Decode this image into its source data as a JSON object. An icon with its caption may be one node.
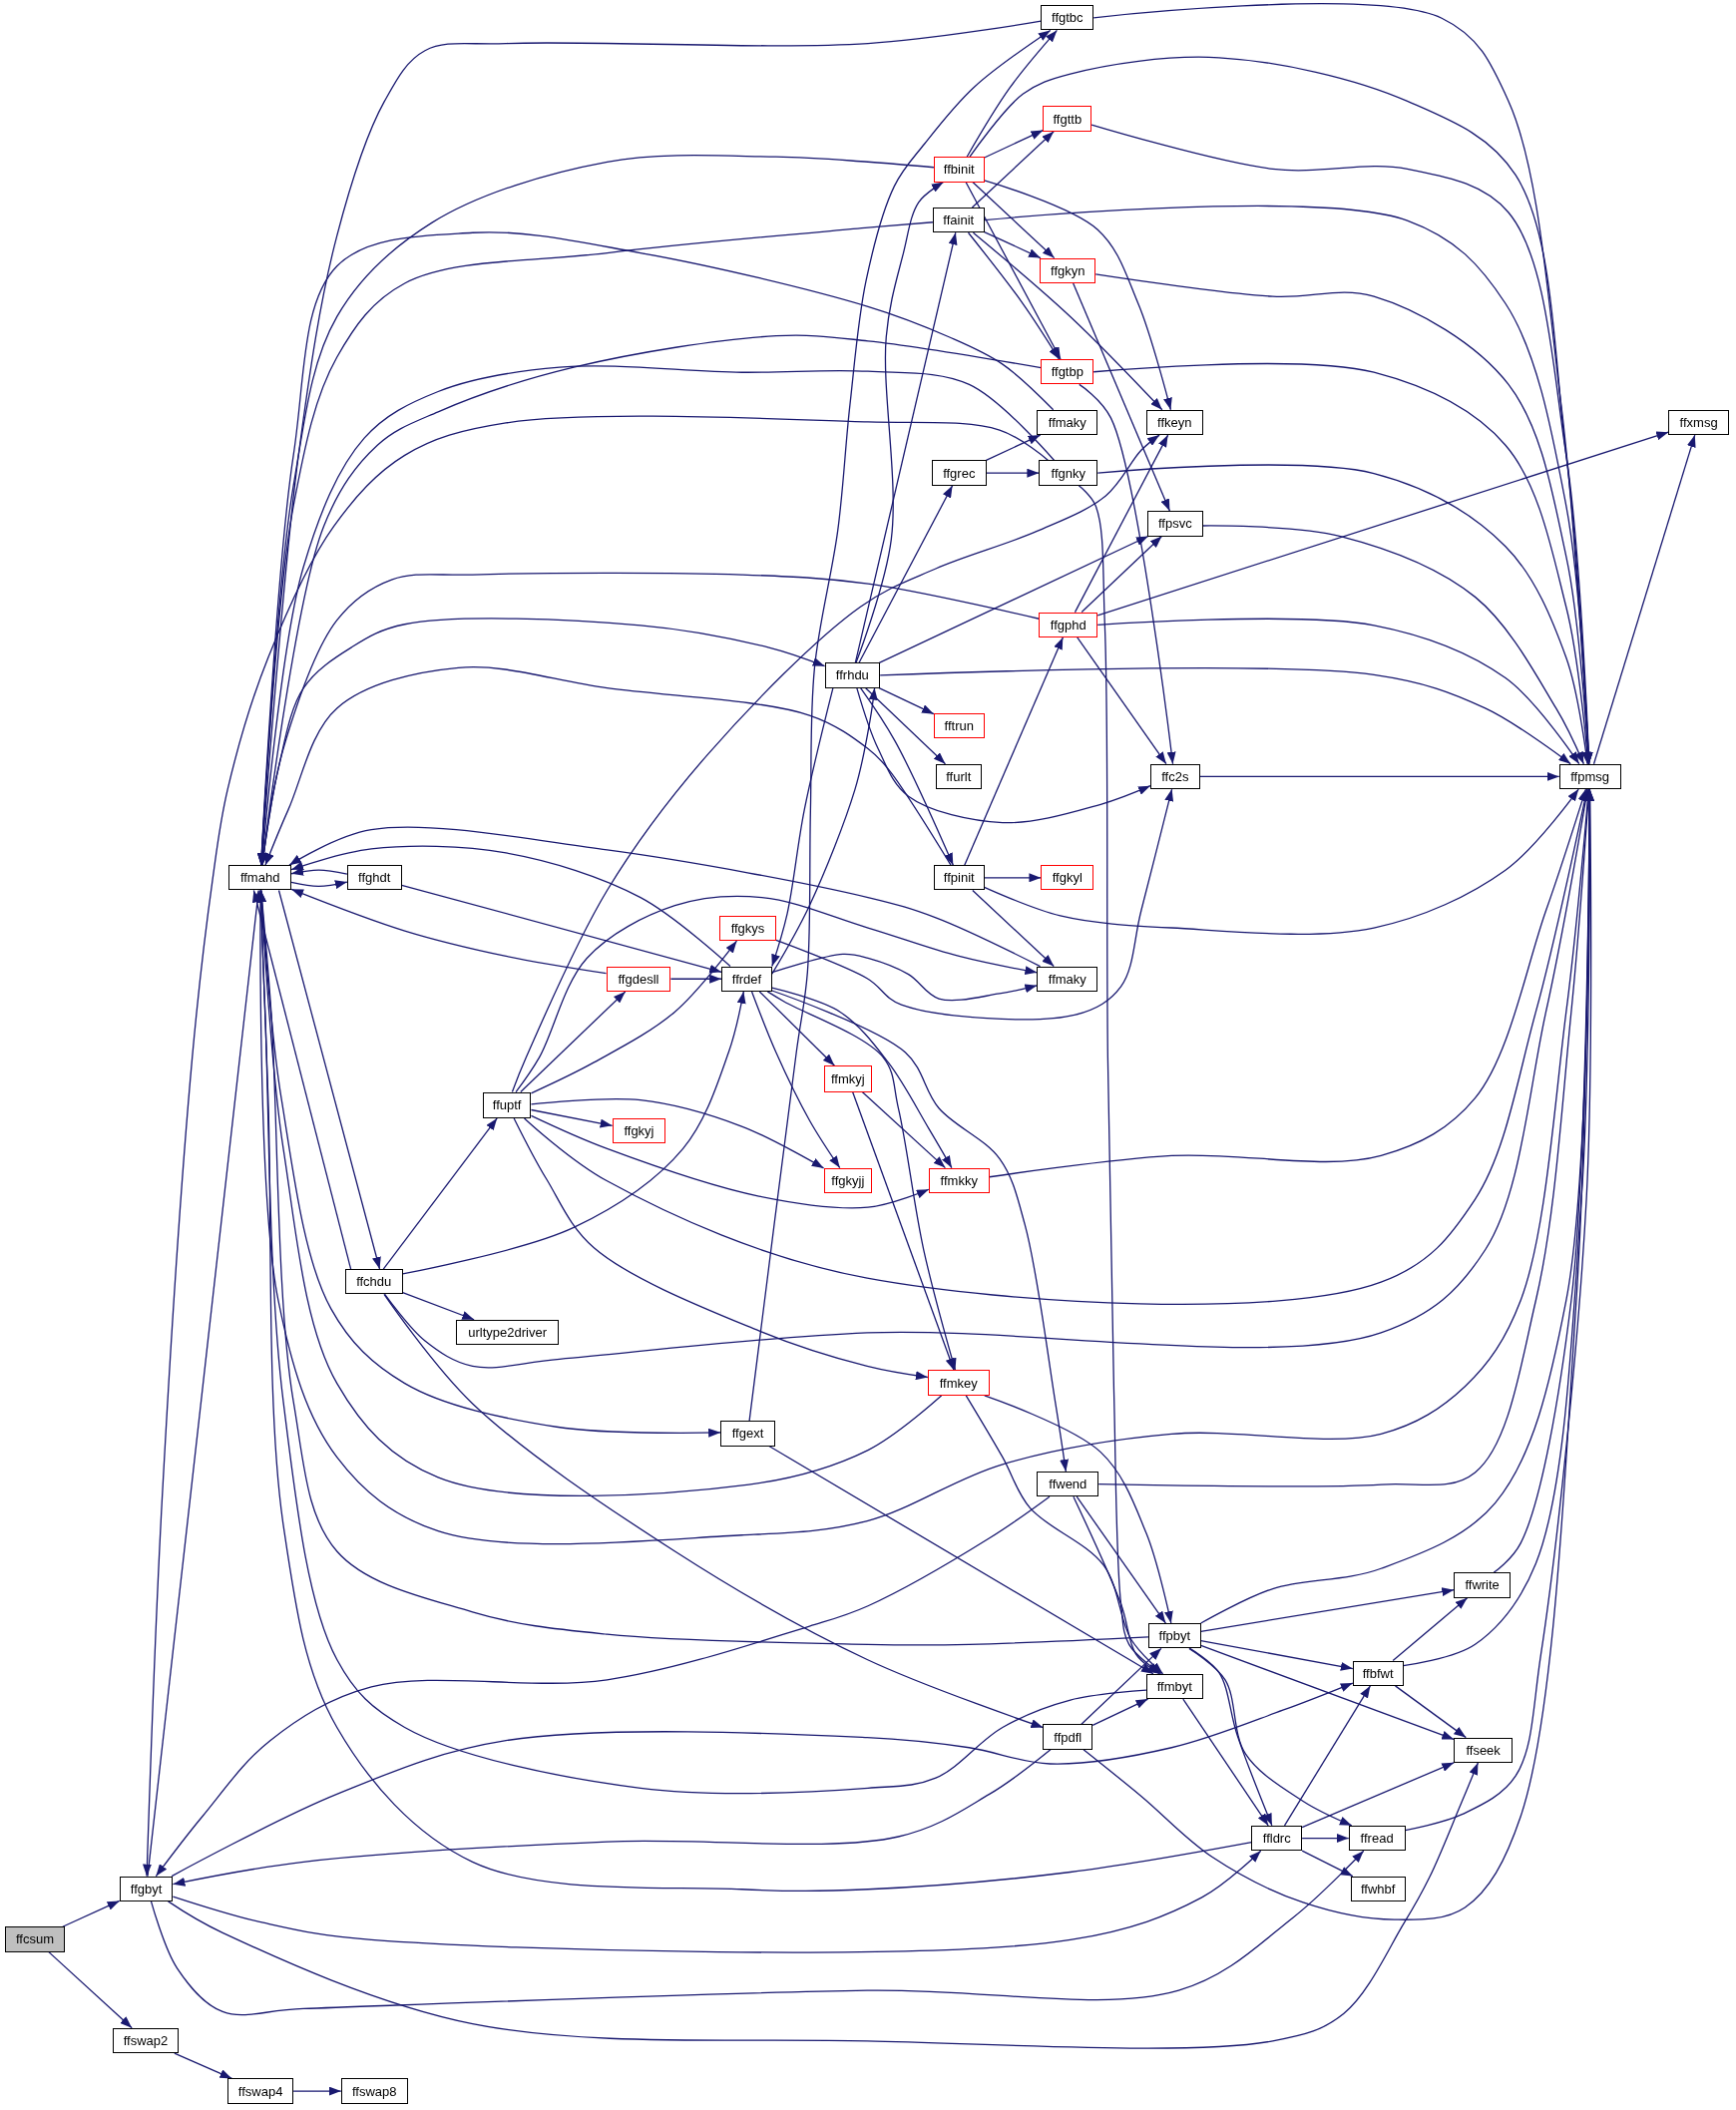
{
  "diagram": {
    "nodes": [
      {
        "text": [
          "ffgtbc"
        ]
      },
      {
        "text": [
          "ffgttb"
        ]
      },
      {
        "text": [
          "ffbinit"
        ]
      },
      {
        "text": [
          "ffainit"
        ]
      },
      {
        "text": [
          "ffgkyn"
        ]
      },
      {
        "text": [
          "ffgtbp"
        ]
      },
      {
        "text": [
          "ffmaky"
        ]
      },
      {
        "text": [
          "ffkeyn"
        ]
      },
      {
        "text": [
          "ffxmsg"
        ]
      },
      {
        "text": [
          "ffgrec"
        ]
      },
      {
        "text": [
          "ffgnky"
        ]
      },
      {
        "text": [
          "ffpsvc"
        ]
      },
      {
        "text": [
          "ffgphd"
        ]
      },
      {
        "text": [
          "ffrhdu"
        ]
      },
      {
        "text": [
          "fftrun"
        ]
      },
      {
        "text": [
          "ffurlt"
        ]
      },
      {
        "text": [
          "ffc2s"
        ]
      },
      {
        "text": [
          "ffpmsg"
        ]
      },
      {
        "text": [
          "ffpinit"
        ]
      },
      {
        "text": [
          "ffgkyl"
        ]
      },
      {
        "text": [
          "ffmahd"
        ]
      },
      {
        "text": [
          "ffghdt"
        ]
      },
      {
        "text": [
          "ffgkys"
        ]
      },
      {
        "text": [
          "ffgdesll"
        ]
      },
      {
        "text": [
          "ffrdef"
        ]
      },
      {
        "text": [
          "ffmaky"
        ]
      },
      {
        "text": [
          "ffmkyj"
        ]
      },
      {
        "text": [
          "ffuptf"
        ]
      },
      {
        "text": [
          "ffgkyj"
        ]
      },
      {
        "text": [
          "ffgkyjj"
        ]
      },
      {
        "text": [
          "ffmkky"
        ]
      },
      {
        "text": [
          "ffchdu"
        ]
      },
      {
        "text": [
          "urltype2driver"
        ]
      },
      {
        "text": [
          "ffmkey"
        ]
      },
      {
        "text": [
          "ffgext"
        ]
      },
      {
        "text": [
          "ffwend"
        ]
      },
      {
        "text": [
          "ffwrite"
        ]
      },
      {
        "text": [
          "ffpbyt"
        ]
      },
      {
        "text": [
          "ffbfwt"
        ]
      },
      {
        "text": [
          "ffmbyt"
        ]
      },
      {
        "text": [
          "ffpdfl"
        ]
      },
      {
        "text": [
          "ffseek"
        ]
      },
      {
        "text": [
          "ffldrc"
        ]
      },
      {
        "text": [
          "ffread"
        ]
      },
      {
        "text": [
          "ffwhbf"
        ]
      },
      {
        "text": [
          "ffgbyt"
        ]
      },
      {
        "text": [
          "ffcsum"
        ]
      },
      {
        "text": [
          "ffswap2"
        ]
      },
      {
        "text": [
          "ffswap4"
        ]
      },
      {
        "text": [
          "ffswap8"
        ]
      }
    ],
    "edges": [
      {
        "from": 46,
        "to": 45,
        "arrow": "to"
      },
      {
        "from": 46,
        "to": 47,
        "arrow": "to"
      },
      {
        "from": 47,
        "to": 48,
        "arrow": "to"
      },
      {
        "from": 48,
        "to": 49,
        "arrow": "to"
      },
      {
        "from": 45,
        "to": 20,
        "arrow": "to"
      },
      {
        "from": 10,
        "to": 45,
        "arrow": "to"
      },
      {
        "from": 45,
        "to": 42,
        "arrow": "to"
      },
      {
        "from": 45,
        "to": 43,
        "arrow": "to"
      },
      {
        "from": 45,
        "to": 41,
        "arrow": "to"
      },
      {
        "from": 45,
        "to": 38,
        "arrow": "to"
      },
      {
        "from": 35,
        "to": 45,
        "arrow": "to"
      },
      {
        "from": 40,
        "to": 45,
        "arrow": "to"
      },
      {
        "from": 42,
        "to": 20,
        "arrow": "to"
      },
      {
        "from": 39,
        "to": 20,
        "arrow": "to"
      },
      {
        "from": 37,
        "to": 20,
        "arrow": "to"
      },
      {
        "from": 20,
        "to": 17,
        "arrow": "to"
      },
      {
        "from": 33,
        "to": 20,
        "arrow": "to"
      },
      {
        "from": 20,
        "to": 34,
        "arrow": "to"
      },
      {
        "from": 20,
        "to": 31,
        "arrow": "to"
      },
      {
        "from": 31,
        "to": 20,
        "arrow": "to"
      },
      {
        "from": 20,
        "to": 21,
        "arrow": "to"
      },
      {
        "from": 21,
        "to": 20,
        "arrow": "to"
      },
      {
        "from": 21,
        "to": 24,
        "arrow": "to"
      },
      {
        "from": 23,
        "to": 20,
        "arrow": "to"
      },
      {
        "from": 23,
        "to": 24,
        "arrow": "to"
      },
      {
        "from": 24,
        "to": 20,
        "arrow": "to"
      },
      {
        "from": 24,
        "to": 25,
        "arrow": "to"
      },
      {
        "from": 25,
        "to": 20,
        "arrow": "to"
      },
      {
        "from": 27,
        "to": 25,
        "arrow": "to"
      },
      {
        "from": 27,
        "to": 7,
        "arrow": "to"
      },
      {
        "from": 27,
        "to": 23,
        "arrow": "to"
      },
      {
        "from": 27,
        "to": 22,
        "arrow": "to"
      },
      {
        "from": 27,
        "to": 28,
        "arrow": "to"
      },
      {
        "from": 27,
        "to": 29,
        "arrow": "to"
      },
      {
        "from": 27,
        "to": 30,
        "arrow": "to"
      },
      {
        "from": 27,
        "to": 33,
        "arrow": "to"
      },
      {
        "from": 27,
        "to": 17,
        "arrow": "to"
      },
      {
        "from": 31,
        "to": 27,
        "arrow": "to"
      },
      {
        "from": 31,
        "to": 24,
        "arrow": "to"
      },
      {
        "from": 31,
        "to": 32,
        "arrow": "to"
      },
      {
        "from": 31,
        "to": 40,
        "arrow": "to"
      },
      {
        "from": 31,
        "to": 17,
        "arrow": "to"
      },
      {
        "from": 20,
        "to": 13,
        "arrow": "to"
      },
      {
        "from": 12,
        "to": 20,
        "arrow": "to"
      },
      {
        "from": 18,
        "to": 20,
        "arrow": "to"
      },
      {
        "from": 10,
        "to": 20,
        "arrow": "to"
      },
      {
        "from": 5,
        "to": 20,
        "arrow": "to"
      },
      {
        "from": 6,
        "to": 20,
        "arrow": "to"
      },
      {
        "from": 3,
        "to": 20,
        "arrow": "to"
      },
      {
        "from": 2,
        "to": 20,
        "arrow": "to"
      },
      {
        "from": 0,
        "to": 20,
        "arrow": "to"
      },
      {
        "from": 13,
        "to": 2,
        "arrow": "to"
      },
      {
        "from": 13,
        "to": 3,
        "arrow": "to"
      },
      {
        "from": 13,
        "to": 9,
        "arrow": "to"
      },
      {
        "from": 13,
        "to": 11,
        "arrow": "to"
      },
      {
        "from": 13,
        "to": 17,
        "arrow": "to"
      },
      {
        "from": 13,
        "to": 14,
        "arrow": "to"
      },
      {
        "from": 13,
        "to": 15,
        "arrow": "to"
      },
      {
        "from": 13,
        "to": 16,
        "arrow": "to"
      },
      {
        "from": 13,
        "to": 18,
        "arrow": "to"
      },
      {
        "from": 24,
        "to": 13,
        "arrow": "to"
      },
      {
        "from": 13,
        "to": 24,
        "arrow": "to"
      },
      {
        "from": 34,
        "to": 0,
        "arrow": "to"
      },
      {
        "from": 0,
        "to": 17,
        "arrow": "to"
      },
      {
        "from": 2,
        "to": 0,
        "arrow": "to"
      },
      {
        "from": 2,
        "to": 1,
        "arrow": "to"
      },
      {
        "from": 2,
        "to": 4,
        "arrow": "to"
      },
      {
        "from": 2,
        "to": 5,
        "arrow": "to"
      },
      {
        "from": 2,
        "to": 7,
        "arrow": "to"
      },
      {
        "from": 2,
        "to": 17,
        "arrow": "to"
      },
      {
        "from": 1,
        "to": 17,
        "arrow": "to"
      },
      {
        "from": 3,
        "to": 1,
        "arrow": "to"
      },
      {
        "from": 3,
        "to": 4,
        "arrow": "to"
      },
      {
        "from": 3,
        "to": 5,
        "arrow": "to"
      },
      {
        "from": 3,
        "to": 7,
        "arrow": "to"
      },
      {
        "from": 3,
        "to": 17,
        "arrow": "to"
      },
      {
        "from": 4,
        "to": 17,
        "arrow": "to"
      },
      {
        "from": 4,
        "to": 11,
        "arrow": "to"
      },
      {
        "from": 5,
        "to": 16,
        "arrow": "to"
      },
      {
        "from": 5,
        "to": 17,
        "arrow": "to"
      },
      {
        "from": 9,
        "to": 6,
        "arrow": "to"
      },
      {
        "from": 9,
        "to": 10,
        "arrow": "to"
      },
      {
        "from": 10,
        "to": 17,
        "arrow": "to"
      },
      {
        "from": 10,
        "to": 39,
        "arrow": "to"
      },
      {
        "from": 11,
        "to": 17,
        "arrow": "to"
      },
      {
        "from": 12,
        "to": 7,
        "arrow": "to"
      },
      {
        "from": 12,
        "to": 11,
        "arrow": "to"
      },
      {
        "from": 12,
        "to": 8,
        "arrow": "to"
      },
      {
        "from": 12,
        "to": 17,
        "arrow": "to"
      },
      {
        "from": 12,
        "to": 16,
        "arrow": "to"
      },
      {
        "from": 18,
        "to": 12,
        "arrow": "to"
      },
      {
        "from": 18,
        "to": 19,
        "arrow": "to"
      },
      {
        "from": 18,
        "to": 25,
        "arrow": "to"
      },
      {
        "from": 18,
        "to": 17,
        "arrow": "to"
      },
      {
        "from": 16,
        "to": 17,
        "arrow": "to"
      },
      {
        "from": 17,
        "to": 8,
        "arrow": "to"
      },
      {
        "from": 22,
        "to": 16,
        "arrow": "to"
      },
      {
        "from": 24,
        "to": 29,
        "arrow": "to"
      },
      {
        "from": 24,
        "to": 26,
        "arrow": "to"
      },
      {
        "from": 24,
        "to": 30,
        "arrow": "to"
      },
      {
        "from": 24,
        "to": 33,
        "arrow": "to"
      },
      {
        "from": 26,
        "to": 30,
        "arrow": "to"
      },
      {
        "from": 26,
        "to": 33,
        "arrow": "to"
      },
      {
        "from": 24,
        "to": 35,
        "arrow": "to"
      },
      {
        "from": 30,
        "to": 17,
        "arrow": "to"
      },
      {
        "from": 33,
        "to": 37,
        "arrow": "to"
      },
      {
        "from": 33,
        "to": 39,
        "arrow": "to"
      },
      {
        "from": 34,
        "to": 39,
        "arrow": "to"
      },
      {
        "from": 35,
        "to": 17,
        "arrow": "to"
      },
      {
        "from": 35,
        "to": 37,
        "arrow": "to"
      },
      {
        "from": 35,
        "to": 39,
        "arrow": "to"
      },
      {
        "from": 37,
        "to": 17,
        "arrow": "to"
      },
      {
        "from": 37,
        "to": 36,
        "arrow": "to"
      },
      {
        "from": 37,
        "to": 38,
        "arrow": "to"
      },
      {
        "from": 37,
        "to": 41,
        "arrow": "to"
      },
      {
        "from": 37,
        "to": 42,
        "arrow": "to"
      },
      {
        "from": 37,
        "to": 43,
        "arrow": "to"
      },
      {
        "from": 39,
        "to": 42,
        "arrow": "to"
      },
      {
        "from": 40,
        "to": 37,
        "arrow": "to"
      },
      {
        "from": 40,
        "to": 39,
        "arrow": "to"
      },
      {
        "from": 40,
        "to": 17,
        "arrow": "to"
      },
      {
        "from": 38,
        "to": 36,
        "arrow": "to"
      },
      {
        "from": 38,
        "to": 41,
        "arrow": "to"
      },
      {
        "from": 38,
        "to": 17,
        "arrow": "to"
      },
      {
        "from": 36,
        "to": 17,
        "arrow": "to"
      },
      {
        "from": 42,
        "to": 38,
        "arrow": "to"
      },
      {
        "from": 42,
        "to": 41,
        "arrow": "to"
      },
      {
        "from": 42,
        "to": 43,
        "arrow": "to"
      },
      {
        "from": 42,
        "to": 44,
        "arrow": "to"
      },
      {
        "from": 43,
        "to": 17,
        "arrow": "to"
      }
    ]
  }
}
